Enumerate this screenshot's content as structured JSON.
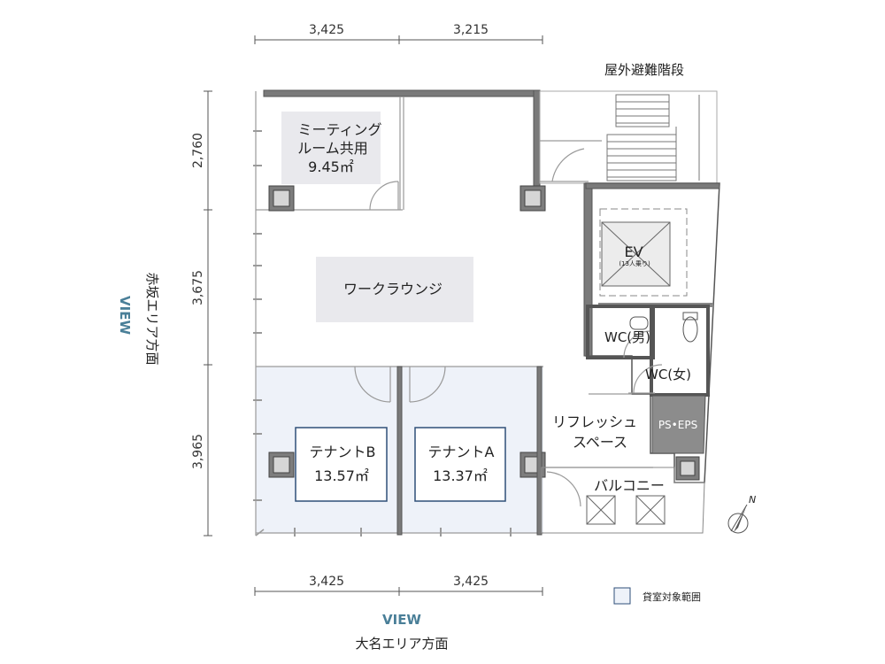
{
  "dimensions": {
    "top": [
      "3,425",
      "3,215"
    ],
    "bottom": [
      "3,425",
      "3,425"
    ],
    "left": [
      "2,760",
      "3,675",
      "3,965"
    ]
  },
  "rooms": {
    "meeting": {
      "line1": "ミーティング",
      "line2": "ルーム共用",
      "area": "9.45㎡"
    },
    "lounge": "ワークラウンジ",
    "tenant_b": {
      "name": "テナントB",
      "area": "13.57㎡"
    },
    "tenant_a": {
      "name": "テナントA",
      "area": "13.37㎡"
    },
    "ev": {
      "name": "EV",
      "capacity": "(13人乗り)"
    },
    "wc_men": "WC(男)",
    "wc_women": "WC(女)",
    "ps_eps": "PS•EPS",
    "refresh": {
      "line1": "リフレッシュ",
      "line2": "スペース"
    },
    "balcony": "バルコニー",
    "outdoor_stairs": "屋外避難階段"
  },
  "views": {
    "left": {
      "label": "VIEW",
      "caption": "赤坂エリア方面"
    },
    "bottom": {
      "label": "VIEW",
      "caption": "大名エリア方面"
    }
  },
  "legend": {
    "label": "貸室対象範囲"
  },
  "north": "N",
  "colors": {
    "tenant_fill": "#eef2f9",
    "room_fill": "#e9e9ed",
    "ps_fill": "#8c8c8c",
    "accent": "#4a7f98",
    "box_stroke": "#2f4f79"
  }
}
